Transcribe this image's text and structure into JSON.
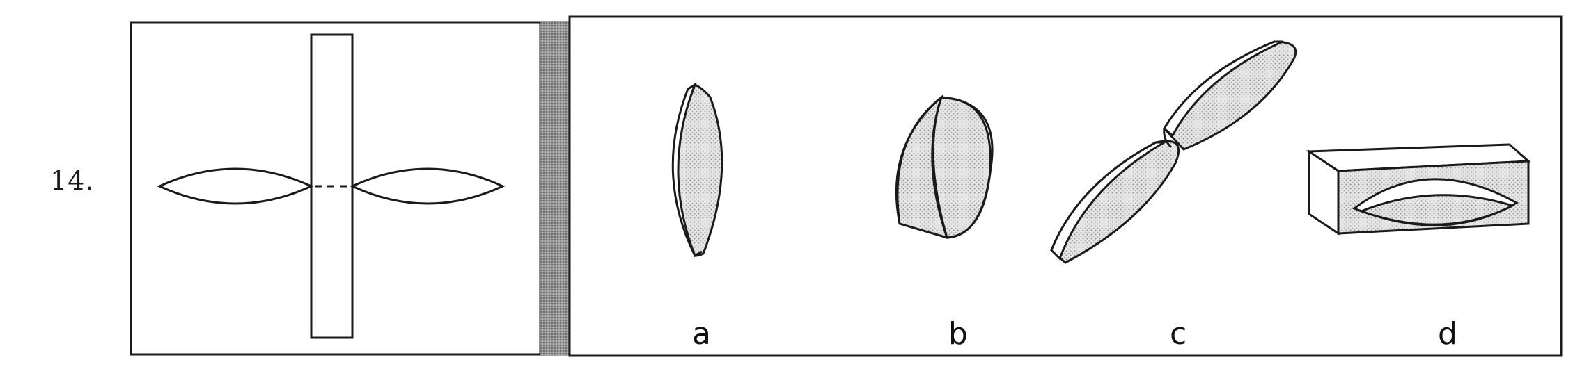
{
  "question": {
    "number": "14.",
    "problem_figure_icon": "folded-paper-template-icon",
    "options": [
      {
        "label": "a",
        "icon": "thin-lens-disc-icon"
      },
      {
        "label": "b",
        "icon": "thick-disc-icon"
      },
      {
        "label": "c",
        "icon": "double-lens-icon"
      },
      {
        "label": "d",
        "icon": "block-with-lens-cutout-icon"
      }
    ]
  },
  "colors": {
    "ink": "#1a1a1a",
    "divider": "#8a8a8a",
    "stipple": "#cfcfcf"
  }
}
